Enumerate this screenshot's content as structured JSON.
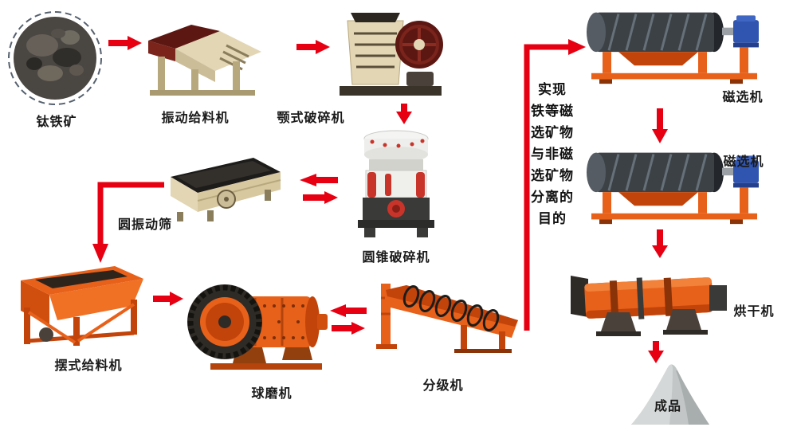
{
  "nodes": {
    "ore": {
      "label": "钛铁矿"
    },
    "vibrating_feeder": {
      "label": "振动给料机"
    },
    "jaw_crusher": {
      "label": "颚式破碎机"
    },
    "cone_crusher": {
      "label": "圆锥破碎机"
    },
    "vibrating_screen": {
      "label": "圆振动筛"
    },
    "pendulum_feeder": {
      "label": "摆式给料机"
    },
    "ball_mill": {
      "label": "球磨机"
    },
    "classifier": {
      "label": "分级机"
    },
    "magnetic_separator_1": {
      "label": "磁选机"
    },
    "magnetic_separator_2": {
      "label": "磁选机"
    },
    "dryer": {
      "label": "烘干机"
    },
    "product": {
      "label": "成品"
    }
  },
  "annotation": {
    "lines": [
      "实现",
      "铁等磁",
      "选矿物",
      "与非磁",
      "选矿物",
      "分离的",
      "目的"
    ]
  },
  "colors": {
    "arrow_red": "#e60012",
    "machine_orange": "#e8611a",
    "machine_beige": "#e3d6b4",
    "flywheel_maroon": "#5d1712",
    "motor_blue": "#2f55b0",
    "drum_gray": "#3c4146",
    "product_gray": "#c2c6c6",
    "label_text": "#1a1a1a"
  }
}
